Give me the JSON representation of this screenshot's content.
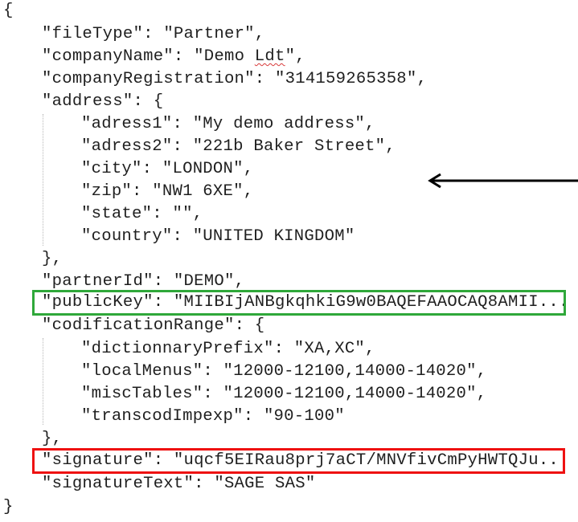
{
  "document": {
    "open_brace": "{",
    "close_brace": "}",
    "lines": {
      "fileType": {
        "key": "\"fileType\"",
        "sep": ": ",
        "value": "\"Partner\"",
        "trail": ","
      },
      "companyName": {
        "key": "\"companyName\"",
        "sep": ": ",
        "value_pre": "\"Demo ",
        "value_flagged": "Ldt",
        "value_post": "\"",
        "trail": ","
      },
      "companyRegistration": {
        "key": "\"companyRegistration\"",
        "sep": ": ",
        "value": "\"314159265358\"",
        "trail": ","
      },
      "address_open": {
        "key": "\"address\"",
        "sep": ": ",
        "value": "{"
      },
      "address": {
        "adress1": {
          "key": "\"adress1\"",
          "sep": ": ",
          "value": "\"My demo address\"",
          "trail": ","
        },
        "adress2": {
          "key": "\"adress2\"",
          "sep": ": ",
          "value": "\"221b Baker Street\"",
          "trail": ","
        },
        "city": {
          "key": "\"city\"",
          "sep": ": ",
          "value": "\"LONDON\"",
          "trail": ","
        },
        "zip": {
          "key": "\"zip\"",
          "sep": ": ",
          "value": "\"NW1 6XE\"",
          "trail": ","
        },
        "state": {
          "key": "\"state\"",
          "sep": ": ",
          "value": "\"\"",
          "trail": ","
        },
        "country": {
          "key": "\"country\"",
          "sep": ": ",
          "value": "\"UNITED KINGDOM\""
        }
      },
      "address_close": "},",
      "partnerId": {
        "key": "\"partnerId\"",
        "sep": ": ",
        "value": "\"DEMO\"",
        "trail": ","
      },
      "publicKey": {
        "key": "\"publicKey\"",
        "sep": ": ",
        "value": "\"MIIBIjANBgkqhkiG9w0BAQEFAAOCAQ8AMII..."
      },
      "codificationRange_open": {
        "key": "\"codificationRange\"",
        "sep": ": ",
        "value": "{"
      },
      "codificationRange": {
        "dictionnaryPrefix": {
          "key": "\"dictionnaryPrefix\"",
          "sep": ": ",
          "value": "\"XA,XC\"",
          "trail": ","
        },
        "localMenus": {
          "key": "\"localMenus\"",
          "sep": ": ",
          "value": "\"12000-12100,14000-14020\"",
          "trail": ","
        },
        "miscTables": {
          "key": "\"miscTables\"",
          "sep": ": ",
          "value": "\"12000-12100,14000-14020\"",
          "trail": ","
        },
        "transcodImpexp": {
          "key": "\"transcodImpexp\"",
          "sep": ": ",
          "value": "\"90-100\""
        }
      },
      "codificationRange_close": "},",
      "signature": {
        "key": "\"signature\"",
        "sep": ": ",
        "value": "\"uqcf5EIRau8prj7aCT/MNVfivCmPyHWTQJu..."
      },
      "signatureText": {
        "key": "\"signatureText\"",
        "sep": ": ",
        "value": "\"SAGE SAS\""
      }
    }
  },
  "annotations": {
    "public_key_box_color": "#2fa83a",
    "signature_box_color": "#ee1111",
    "arrow_color": "#000000",
    "arrow_direction": "left"
  }
}
